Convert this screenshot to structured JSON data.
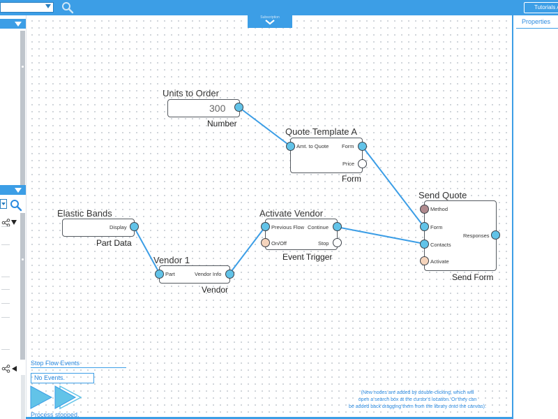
{
  "top_bar": {
    "select_value": "",
    "search_icon": "search-icon",
    "tutorials_label": "Tutorials A"
  },
  "canvas": {
    "collapse_label": "Subscription",
    "nodes": {
      "units": {
        "title": "Units to Order",
        "value": "300",
        "type": "Number"
      },
      "quote": {
        "title": "Quote Template A",
        "type": "Form",
        "ports": {
          "in_amt": "Amt. to Quote",
          "out_form": "Form",
          "out_price": "Price"
        }
      },
      "send": {
        "title": "Send Quote",
        "type": "Send Form",
        "ports": {
          "method": "Method",
          "form": "Form",
          "contacts": "Contacts",
          "activate": "Activate",
          "responses": "Responses"
        }
      },
      "elastic": {
        "title": "Elastic Bands",
        "type": "Part Data",
        "ports": {
          "display": "Display"
        }
      },
      "vendor": {
        "title": "Vendor 1",
        "type": "Vendor",
        "ports": {
          "part": "Part",
          "info": "Vendor Info"
        }
      },
      "activate": {
        "title": "Activate Vendor",
        "type": "Event Trigger",
        "ports": {
          "previous_flow": "Previous Flow",
          "on_off": "On/Off",
          "continue": "Continue",
          "stop": "Stop"
        }
      }
    },
    "hint_line1": "(New nodes are added by double-clicking, which will",
    "hint_line2": "open a search box at the cursor's location. Or they can",
    "hint_line3": "be added back dragging them from the library onto the canvas)."
  },
  "properties": {
    "title": "Properties"
  },
  "events": {
    "title": "Stop Flow Events",
    "box_text": "No Events.",
    "status": "Process stopped."
  },
  "colors": {
    "accent": "#3c9ee6",
    "port_blue": "#62c3e8",
    "port_peach": "#f5d4bc",
    "port_mauve": "#b08a8e"
  }
}
